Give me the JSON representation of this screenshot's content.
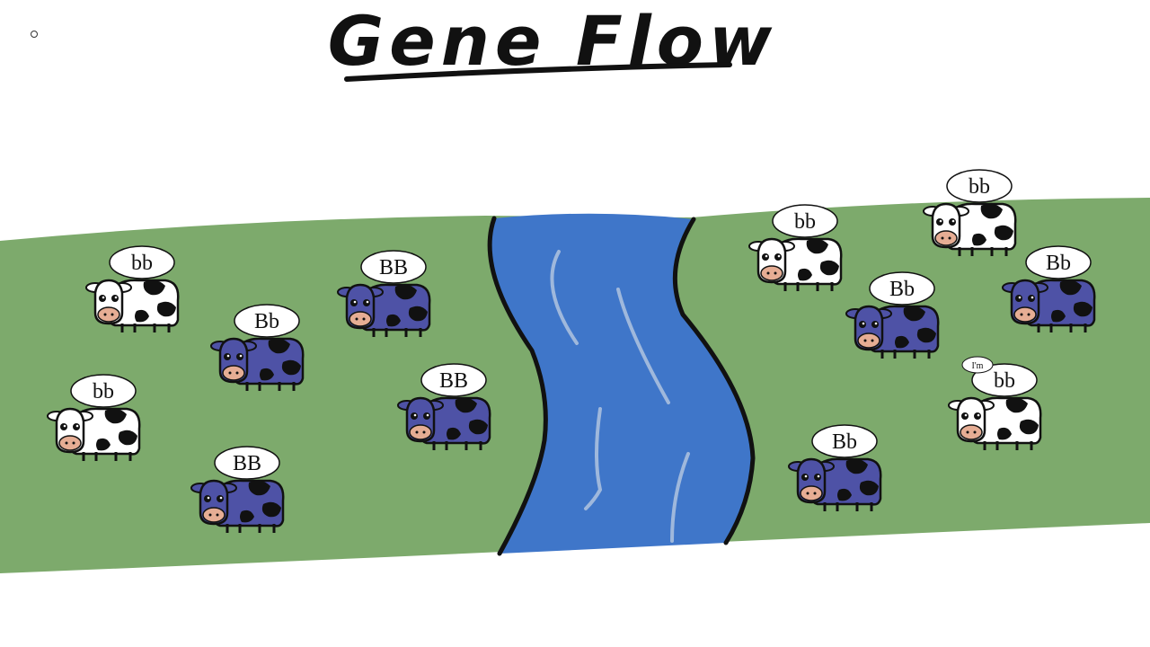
{
  "title": "Gene Flow",
  "colors": {
    "background": "#ffffff",
    "grass": "#7daa6c",
    "river": "#3f76c9",
    "river_highlight": "#9fb8dc",
    "outline": "#111111",
    "cow_purple": "#4e52a6",
    "cow_white": "#ffffff",
    "cow_nose": "#e6ad94"
  },
  "cows": [
    {
      "genotype": "bb",
      "coat": "white"
    },
    {
      "genotype": "BB",
      "coat": "purple"
    },
    {
      "genotype": "Bb",
      "coat": "purple"
    },
    {
      "genotype": "bb",
      "coat": "white"
    },
    {
      "genotype": "BB",
      "coat": "purple"
    },
    {
      "genotype": "BB",
      "coat": "purple"
    },
    {
      "genotype": "bb",
      "coat": "white"
    },
    {
      "genotype": "bb",
      "coat": "white"
    },
    {
      "genotype": "Bb",
      "coat": "purple"
    },
    {
      "genotype": "Bb",
      "coat": "purple"
    },
    {
      "genotype": "bb",
      "coat": "white"
    },
    {
      "genotype": "Bb",
      "coat": "purple"
    }
  ],
  "small_bubble": "I'm"
}
